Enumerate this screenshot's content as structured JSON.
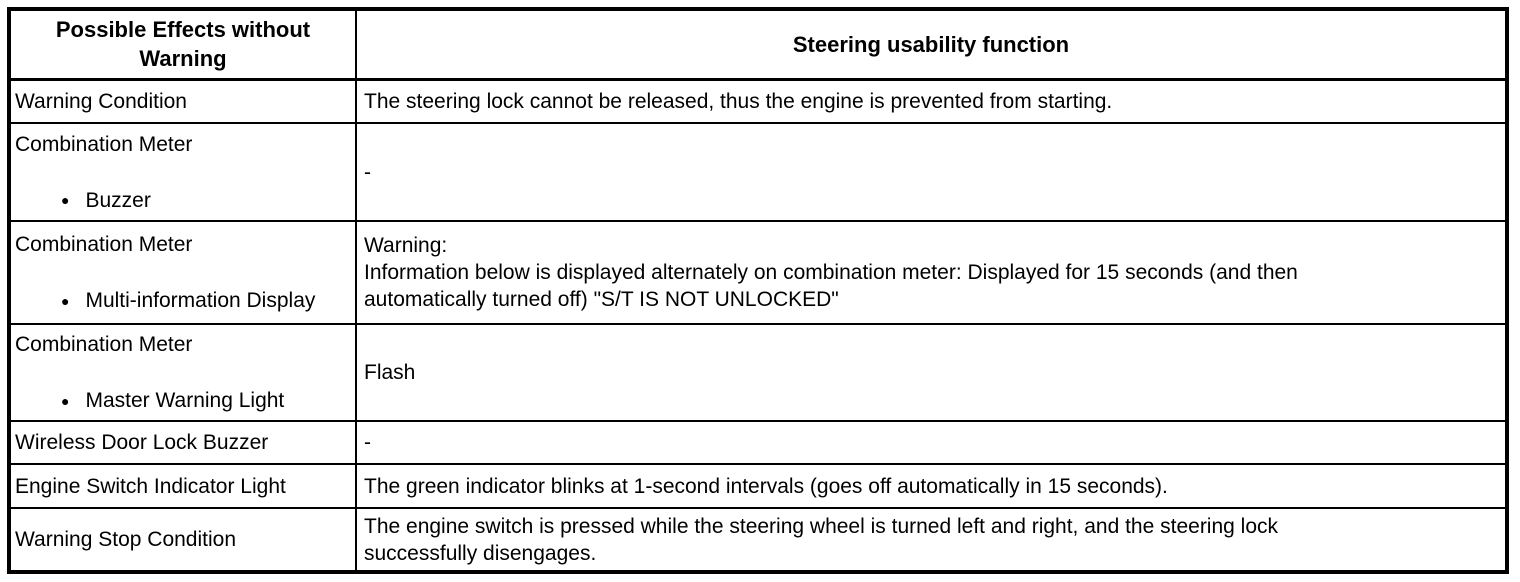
{
  "table": {
    "bullet_icon": "●",
    "header": {
      "col1": "Possible Effects without Warning",
      "col2": "Steering usability function"
    },
    "rows": [
      {
        "left": {
          "title": "Warning Condition"
        },
        "right": {
          "lines": [
            "The steering lock cannot be released, thus the engine is prevented from starting."
          ]
        }
      },
      {
        "left": {
          "title": "Combination Meter",
          "bullet": "Buzzer"
        },
        "right": {
          "lines": [
            "-"
          ]
        }
      },
      {
        "left": {
          "title": "Combination Meter",
          "bullet": "Multi-information Display"
        },
        "right": {
          "lines": [
            "Warning:",
            "Information below is displayed alternately on combination meter: Displayed for 15 seconds (and then",
            "automatically turned off) \"S/T IS NOT UNLOCKED\""
          ]
        }
      },
      {
        "left": {
          "title": "Combination Meter",
          "bullet": "Master Warning Light"
        },
        "right": {
          "lines": [
            "Flash"
          ]
        }
      },
      {
        "left": {
          "title": "Wireless Door Lock Buzzer"
        },
        "right": {
          "lines": [
            "-"
          ]
        }
      },
      {
        "left": {
          "title": "Engine Switch Indicator Light"
        },
        "right": {
          "lines": [
            "The green indicator blinks at 1-second intervals (goes off automatically in 15 seconds)."
          ]
        }
      },
      {
        "left": {
          "title": "Warning Stop Condition"
        },
        "right": {
          "lines": [
            "The engine switch is pressed while the steering wheel is turned left and right, and the steering lock",
            "successfully disengages."
          ]
        }
      }
    ]
  }
}
